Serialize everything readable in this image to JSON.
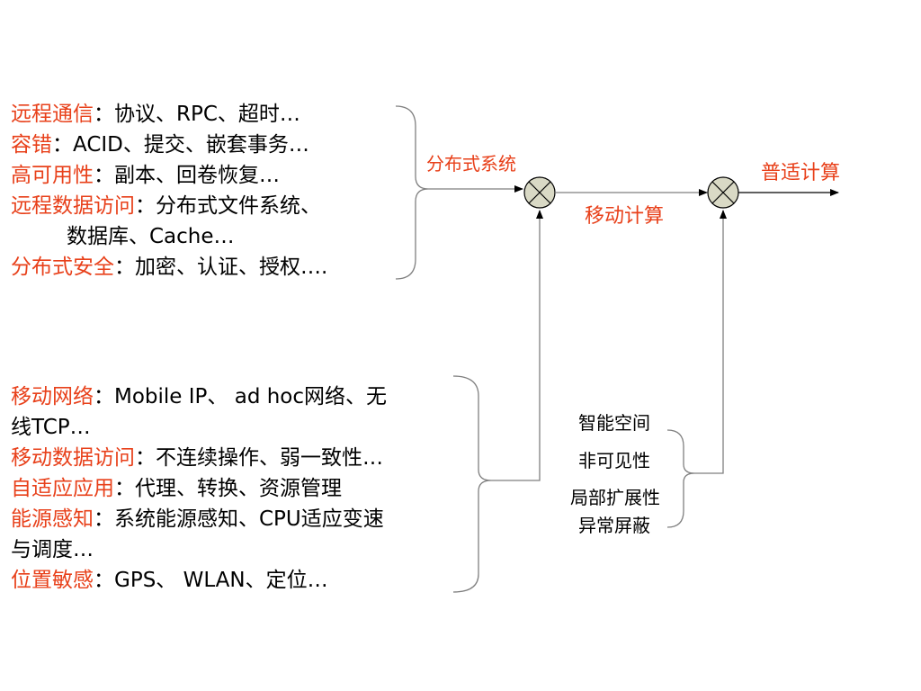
{
  "colors": {
    "accent": "#e8401a",
    "text": "#000000",
    "line": "#7f7f7f",
    "node_fill": "#d9d9c5"
  },
  "distributed": [
    {
      "key": "远程通信",
      "sep": "：",
      "value": "协议、RPC、超时…"
    },
    {
      "key": "容错",
      "sep": "：",
      "value": "ACID、提交、嵌套事务…"
    },
    {
      "key": "高可用性",
      "sep": "：",
      "value": "副本、回卷恢复…"
    },
    {
      "key": "远程数据访问",
      "sep": "：",
      "value": "分布式文件系统、"
    },
    {
      "key": "",
      "sep": "",
      "value": "数据库、Cache…"
    },
    {
      "key": "分布式安全",
      "sep": "：",
      "value": "加密、认证、授权…."
    }
  ],
  "mobile": [
    {
      "key": "移动网络",
      "sep": "：",
      "value": "Mobile IP、 ad hoc网络、无"
    },
    {
      "key": "",
      "sep": "",
      "value": "线TCP…"
    },
    {
      "key": "移动数据访问",
      "sep": "：",
      "value": "不连续操作、弱一致性…"
    },
    {
      "key": "自适应应用",
      "sep": "：",
      "value": "代理、转换、资源管理"
    },
    {
      "key": "能源感知",
      "sep": "：",
      "value": "系统能源感知、CPU适应变速"
    },
    {
      "key": "",
      "sep": "",
      "value": "与调度…"
    },
    {
      "key": "位置敏感",
      "sep": "：",
      "value": "GPS、 WLAN、定位…"
    }
  ],
  "labels": {
    "distributed_systems": "分布式系统",
    "mobile_computing": "移动计算",
    "pervasive_computing": "普适计算"
  },
  "pervasive_features": [
    "智能空间",
    "非可见性",
    "局部扩展性",
    "异常屏蔽"
  ],
  "icons": {
    "junction": "circle-cross-icon",
    "arrow": "arrow-head-icon"
  }
}
